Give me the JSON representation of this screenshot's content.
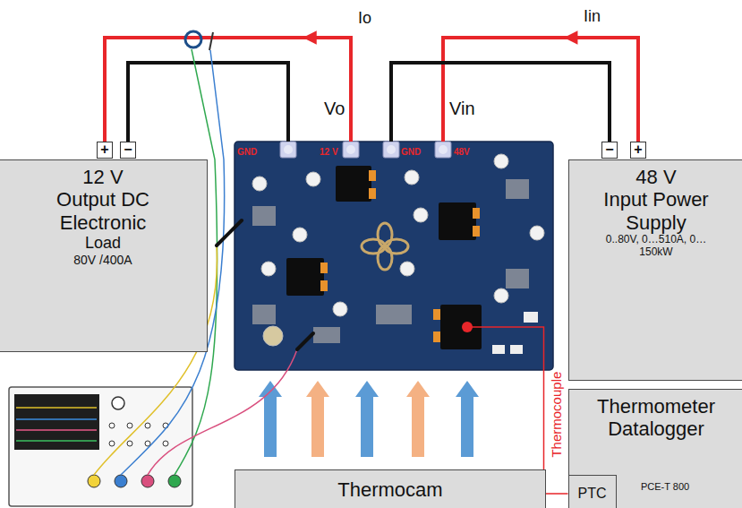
{
  "diagram": {
    "nodes": [
      {
        "text": [
          "12 V",
          "Output DC Electronic",
          "Load",
          "80V /400A"
        ]
      },
      {
        "text": [
          "+"
        ]
      },
      {
        "text": [
          "−"
        ]
      },
      {
        "text": [
          "GND",
          "12 V",
          "GND",
          "48V"
        ]
      },
      {
        "text": [
          "48 V",
          "Input Power Supply",
          "0..80V, 0…510A, 0…150kW"
        ]
      },
      {
        "text": [
          "−"
        ]
      },
      {
        "text": [
          "+"
        ]
      },
      {
        "text": [
          "Thermocam"
        ]
      },
      {
        "text": [
          "Thermometer Datalogger",
          "PCE-T 800"
        ]
      },
      {
        "text": [
          "PTC"
        ],
        "in": 8
      }
    ],
    "edges": [
      {
        "from": 3,
        "to": 1,
        "arrow": "to",
        "label": "Io"
      },
      {
        "from": 2,
        "to": 3,
        "arrow": "none"
      },
      {
        "from": 6,
        "to": 3,
        "arrow": "to",
        "label": "Iin"
      },
      {
        "from": 5,
        "to": 3,
        "arrow": "none"
      },
      {
        "from": 3,
        "to": 9,
        "arrow": "none",
        "label": "Thermocouple"
      },
      {
        "from": 7,
        "to": 3,
        "arrow": "to"
      },
      {
        "from": 7,
        "to": 3,
        "arrow": "to"
      },
      {
        "from": 7,
        "to": 3,
        "arrow": "to"
      },
      {
        "from": 7,
        "to": 3,
        "arrow": "to"
      },
      {
        "from": 7,
        "to": 3,
        "arrow": "to"
      }
    ],
    "labels": [
      "Vo",
      "Vin"
    ]
  }
}
